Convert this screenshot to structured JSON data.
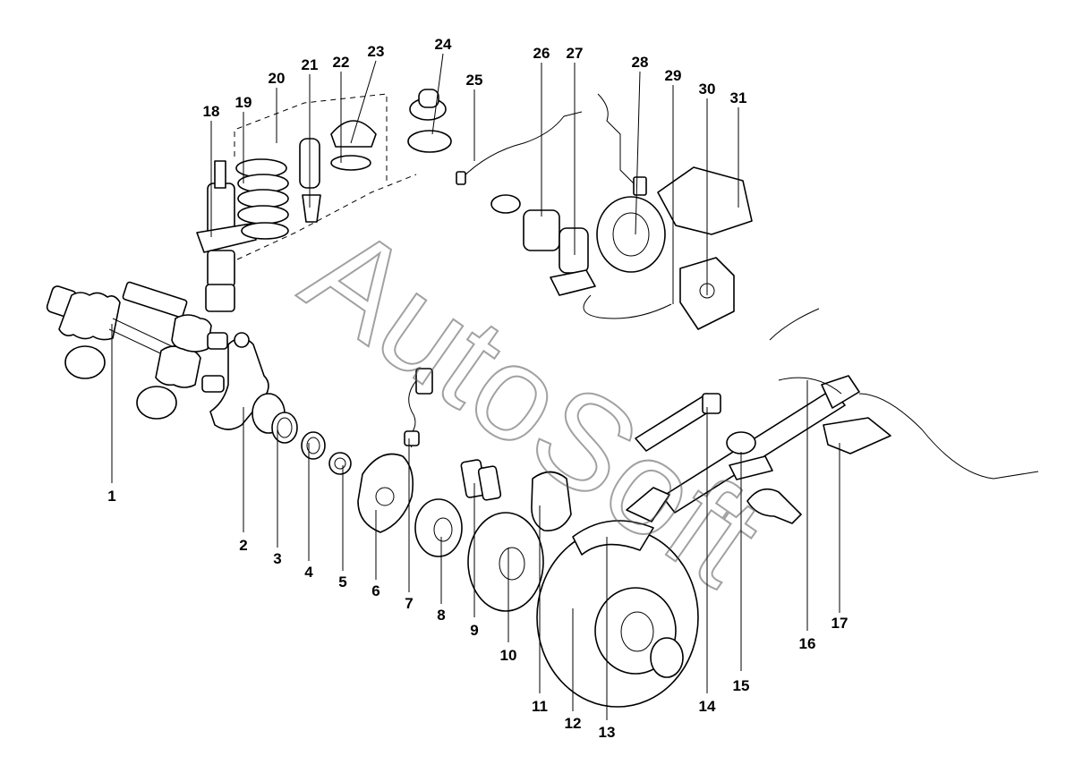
{
  "watermark": "AutoSoft",
  "callouts": [
    {
      "label": "1"
    },
    {
      "label": "2"
    },
    {
      "label": "3"
    },
    {
      "label": "4"
    },
    {
      "label": "5"
    },
    {
      "label": "6"
    },
    {
      "label": "7"
    },
    {
      "label": "8"
    },
    {
      "label": "9"
    },
    {
      "label": "10"
    },
    {
      "label": "11"
    },
    {
      "label": "12"
    },
    {
      "label": "13"
    },
    {
      "label": "14"
    },
    {
      "label": "15"
    },
    {
      "label": "16"
    },
    {
      "label": "17"
    },
    {
      "label": "18"
    },
    {
      "label": "19"
    },
    {
      "label": "20"
    },
    {
      "label": "21"
    },
    {
      "label": "22"
    },
    {
      "label": "23"
    },
    {
      "label": "24"
    },
    {
      "label": "25"
    },
    {
      "label": "26"
    },
    {
      "label": "27"
    },
    {
      "label": "28"
    },
    {
      "label": "29"
    },
    {
      "label": "30"
    },
    {
      "label": "31"
    }
  ]
}
